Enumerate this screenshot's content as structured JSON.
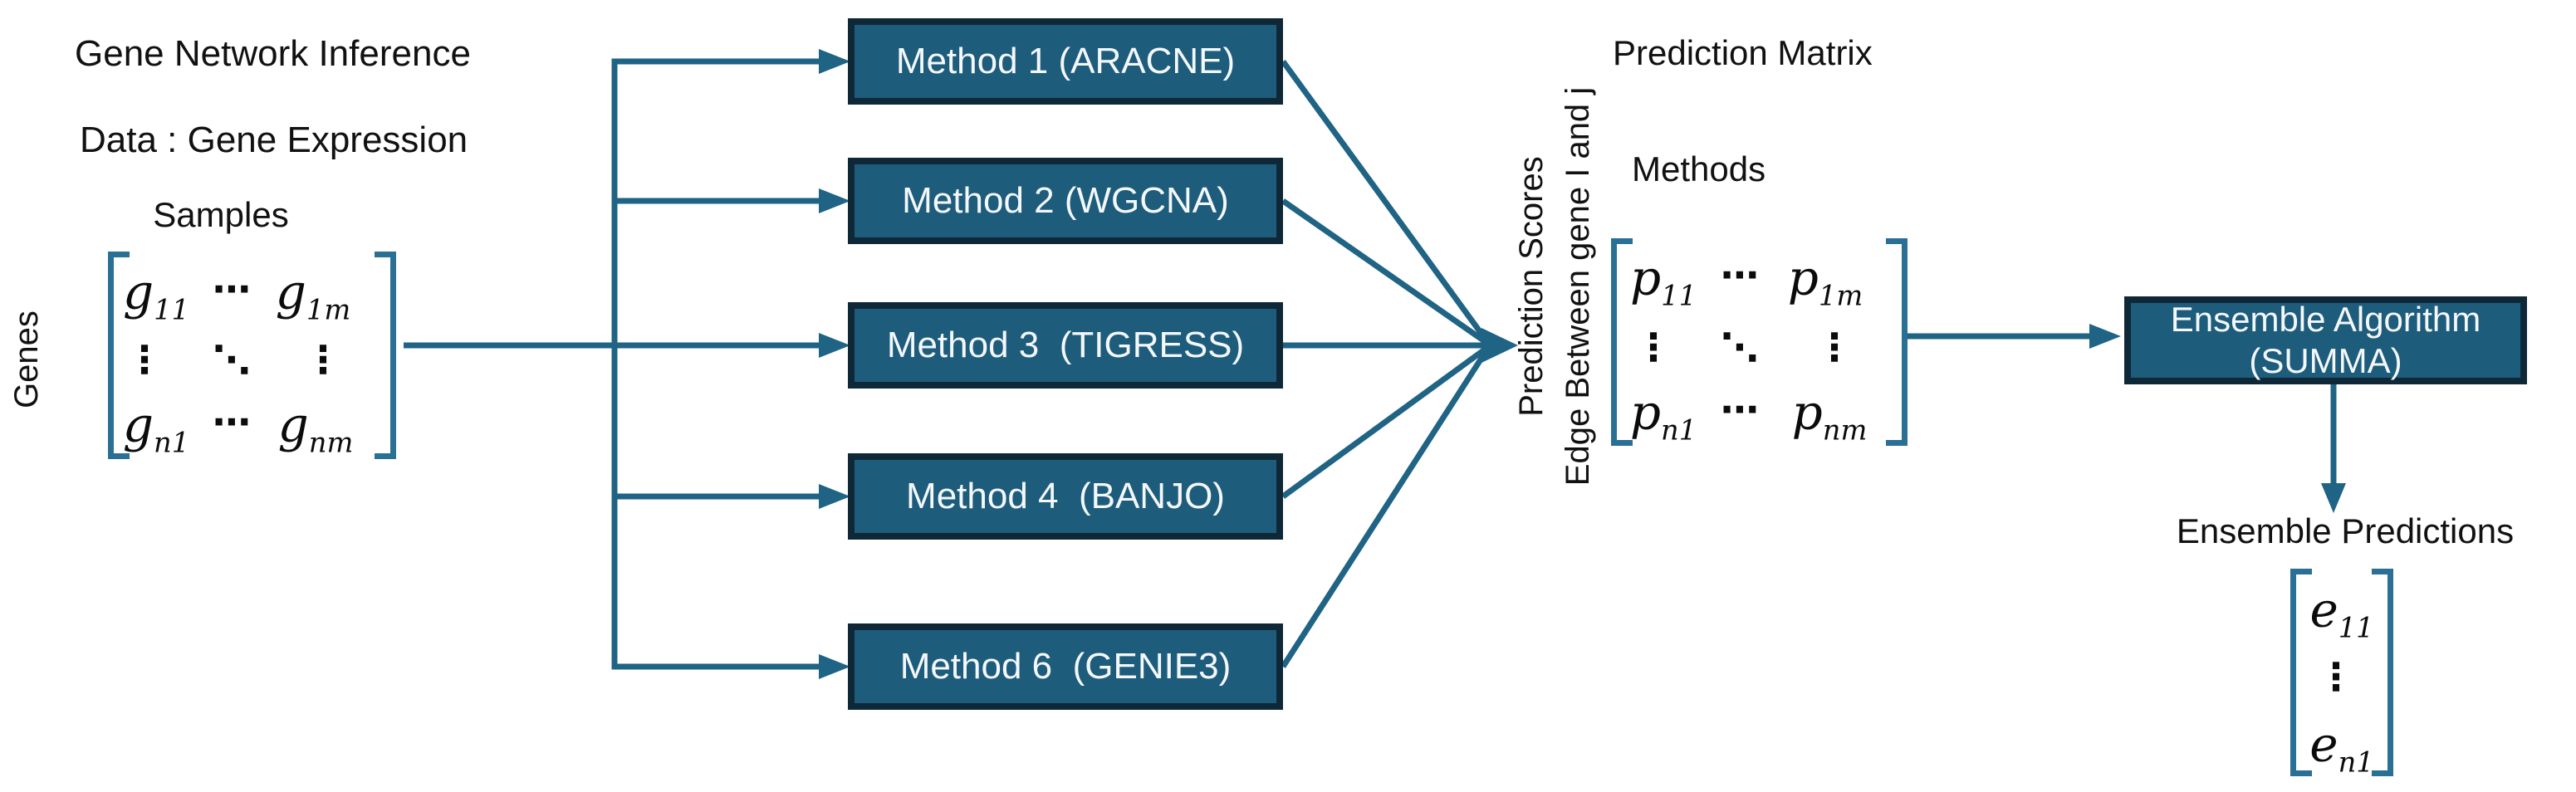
{
  "colors": {
    "background": "#ffffff",
    "text": "#111111",
    "line": "#1F6385",
    "bracket": "#2A6F94",
    "box_fill": "#1E5C7C",
    "box_border": "#0F2837",
    "box_text": "#F4F8FB"
  },
  "left_panel": {
    "title": "Gene Network Inference",
    "subtitle": "Data : Gene Expression",
    "col_label": "Samples",
    "row_label": "Genes",
    "matrix": {
      "r1c1": {
        "base": "g",
        "sub": "11"
      },
      "r1c2": "⋯",
      "r1c3": {
        "base": "g",
        "sub": "1m"
      },
      "r2c1": "⋮",
      "r2c2": "⋱",
      "r2c3": "⋮",
      "r3c1": {
        "base": "g",
        "sub": "n1"
      },
      "r3c2": "⋯",
      "r3c3": {
        "base": "g",
        "sub": "nm"
      }
    }
  },
  "methods": [
    {
      "label": "Method 1 (ARACNE)"
    },
    {
      "label": "Method 2 (WGCNA)"
    },
    {
      "label": "Method 3  (TIGRESS)"
    },
    {
      "label": "Method 4  (BANJO)"
    },
    {
      "label": "Method 6  (GENIE3)"
    }
  ],
  "prediction": {
    "scores_label_line1": "Prediction Scores",
    "scores_label_line2": "Edge Between gene I and j",
    "matrix_title": "Prediction Matrix",
    "col_label": "Methods",
    "matrix": {
      "r1c1": {
        "base": "p",
        "sub": "11"
      },
      "r1c2": "⋯",
      "r1c3": {
        "base": "p",
        "sub": "1m"
      },
      "r2c1": "⋮",
      "r2c2": "⋱",
      "r2c3": "⋮",
      "r3c1": {
        "base": "p",
        "sub": "n1"
      },
      "r3c2": "⋯",
      "r3c3": {
        "base": "p",
        "sub": "nm"
      }
    }
  },
  "ensemble": {
    "box_line1": "Ensemble Algorithm",
    "box_line2": "(SUMMA)",
    "predictions_label": "Ensemble Predictions",
    "vector": {
      "r1": {
        "base": "e",
        "sub": "11"
      },
      "r2": "⋮",
      "r3": {
        "base": "e",
        "sub": "n1"
      }
    }
  }
}
